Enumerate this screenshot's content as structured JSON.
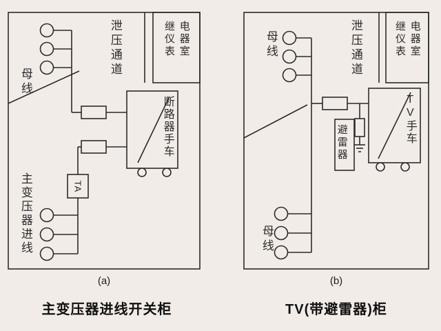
{
  "colors": {
    "bg": "#f1ece8",
    "ink": "#2b2b2b",
    "phase_a": "#fcfbfa",
    "phase_b": "#8c8c8c",
    "phase_c": "#1a1a1a"
  },
  "cabinet_a": {
    "busbar_label": "母线",
    "relief_channel": "泄压通道",
    "relay_room_left": "继仪表",
    "relay_room_right": "电器室",
    "breaker_handcart": "断路器手车",
    "ct_label": "TA",
    "incoming_label": "主变压器进线",
    "caption": "(a)",
    "title": "主变压器进线开关柜"
  },
  "cabinet_b": {
    "busbar_top_label": "母线",
    "relief_channel": "泄压通道",
    "relay_room_left": "继仪表",
    "relay_room_right": "电器室",
    "arrester_label": "避雷器",
    "tv_handcart_label": "TV手车",
    "busbar_bottom_label": "母线",
    "caption": "(b)",
    "title": "TV(带避雷器)柜"
  }
}
